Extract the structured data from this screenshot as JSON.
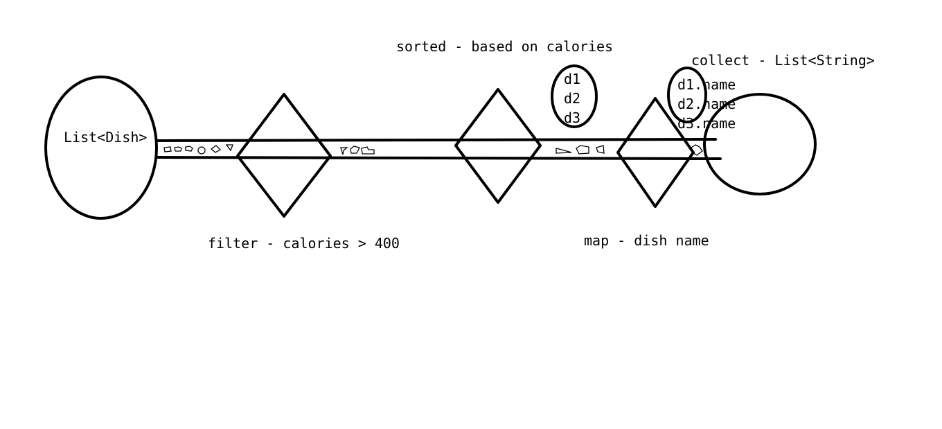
{
  "source_label": "List<Dish>",
  "operations": {
    "filter": "filter - calories > 400",
    "sorted": "sorted - based on calories",
    "map": "map - dish name",
    "collect": "collect - List<String>"
  },
  "sorted_items": [
    "d1",
    "d2",
    "d3"
  ],
  "mapped_items": [
    "d1.name",
    "d2.name",
    "d3.name"
  ]
}
